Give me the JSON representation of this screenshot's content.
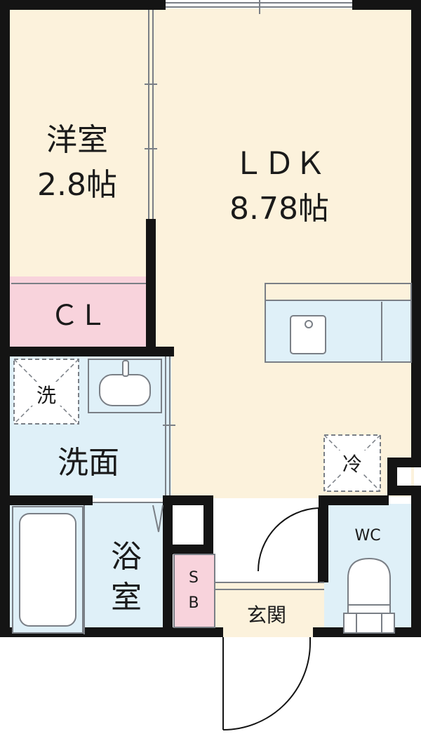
{
  "colors": {
    "living": "#fcf2dc",
    "wet": "#dff0f8",
    "closet": "#f8d3dc",
    "wall": "#141414",
    "fixture_stroke": "#7a7f86"
  },
  "rooms": {
    "western": {
      "name": "洋室",
      "size": "2.8帖"
    },
    "ldk": {
      "name": "ＬＤＫ",
      "size": "8.78帖"
    },
    "closet": {
      "name": "ＣＬ"
    },
    "washing_machine": {
      "name": "洗"
    },
    "washroom": {
      "name": "洗面"
    },
    "bath": {
      "name_top": "浴",
      "name_bottom": "室"
    },
    "shoe_box": {
      "name_top": "S",
      "name_bottom": "B"
    },
    "entrance": {
      "name": "玄関"
    },
    "toilet": {
      "name": "WC"
    },
    "fridge": {
      "name": "冷"
    }
  },
  "icons": {
    "washing_machine_space": "washing-machine-icon",
    "fridge_space": "fridge-icon",
    "sink": "sink-icon",
    "bathtub": "bathtub-icon",
    "toilet": "toilet-icon",
    "kitchen": "kitchen-counter-icon"
  }
}
